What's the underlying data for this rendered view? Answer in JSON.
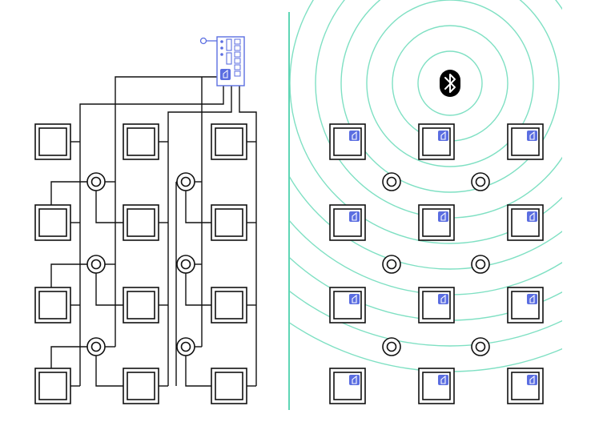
{
  "diagram": {
    "left_panel": {
      "topic": "wired-lighting-system",
      "controller_icon": "control-panel-icon",
      "fixture_icon": "light-fixture-icon",
      "sensor_icon": "motion-sensor-icon",
      "fixture_grid": {
        "rows": 4,
        "cols": 3
      },
      "sensor_grid": {
        "rows": 3,
        "cols": 2
      }
    },
    "right_panel": {
      "topic": "wireless-lighting-system",
      "wireless_icon": "bluetooth-icon",
      "fixture_icon": "smart-light-fixture-icon",
      "sensor_icon": "motion-sensor-icon",
      "fixture_grid": {
        "rows": 4,
        "cols": 3
      },
      "sensor_grid": {
        "rows": 3,
        "cols": 2
      }
    },
    "colors": {
      "line": "#111111",
      "accent_blue": "#5b6ee1",
      "signal_wave": "#7fe0c3",
      "divider": "#5fd6b5",
      "background": "#ffffff"
    }
  }
}
